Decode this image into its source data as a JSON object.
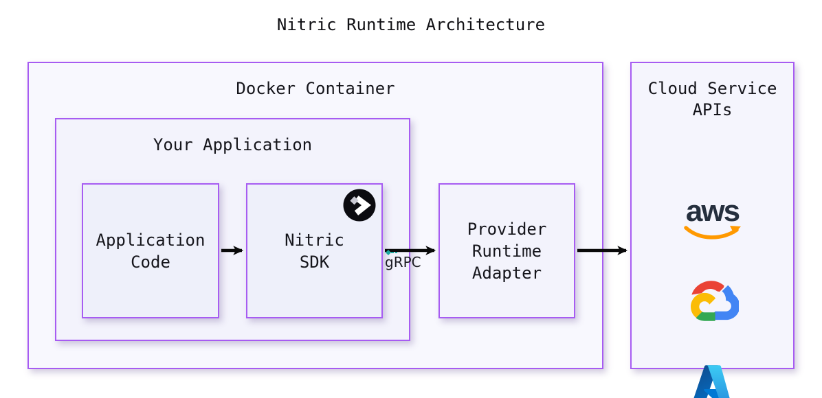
{
  "title": "Nitric Runtime Architecture",
  "docker": {
    "label": "Docker Container"
  },
  "application": {
    "label": "Your Application"
  },
  "nodes": {
    "application_code": {
      "label": "Application\nCode"
    },
    "nitric_sdk": {
      "label": "Nitric\nSDK"
    },
    "provider_adapter": {
      "label": "Provider\nRuntime\nAdapter"
    }
  },
  "edges": {
    "grpc_label": "gRPC"
  },
  "cloud": {
    "label": "Cloud Service\nAPIs",
    "aws_text": "aws",
    "provider_icons": [
      "aws-logo-icon",
      "google-cloud-icon",
      "azure-icon"
    ]
  },
  "colors": {
    "box_border_purple": "#A75CF2",
    "arrow_black": "#0A0A0A",
    "grpc_teal": "#1AA79E",
    "aws_navy": "#252F3E",
    "aws_orange": "#FF9900",
    "gcp_red": "#EA4335",
    "gcp_blue": "#4285F4",
    "gcp_green": "#34A853",
    "gcp_yellow": "#FBBC05",
    "azure_blue": "#0078D4",
    "nitric_black": "#0B0B10"
  }
}
